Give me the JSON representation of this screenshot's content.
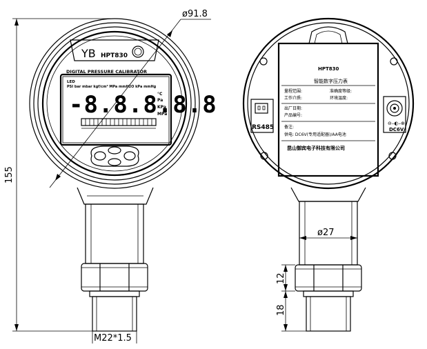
{
  "dimensions": {
    "face_diameter": "ø91.8",
    "overall_height": "155",
    "stem_diameter": "ø27",
    "nut_height": "12",
    "thread_length": "18",
    "thread_spec": "M22*1.5"
  },
  "front_view": {
    "brand": "YB",
    "model": "HPT830",
    "lcd_title": "DIGITAL PRESSURE CALIBRATOR",
    "lcd_indicator": "LED",
    "lcd_units_row": "PSI bar mbar kgf/cm² MPa mmH2O kPa mmHg",
    "lcd_digits": "-8.8.8.8.8",
    "lcd_side_units": [
      "°C",
      "Pa",
      "KPa",
      "MPa"
    ]
  },
  "back_view": {
    "model": "HPT830",
    "product_name": "智能数字压力表",
    "label_rows": [
      [
        "量程范围:",
        "准确度等级:"
      ],
      [
        "工作介质:",
        "环境温度:"
      ],
      [
        "出厂日期:"
      ],
      [
        "产品编号:"
      ],
      [
        "备注:"
      ],
      [
        "供电: DC6V(专用适配器)/AA电池"
      ]
    ],
    "manufacturer": "昆山御宾电子科技有限公司",
    "rs485_label": "RS485",
    "power_label": "DC6V"
  }
}
